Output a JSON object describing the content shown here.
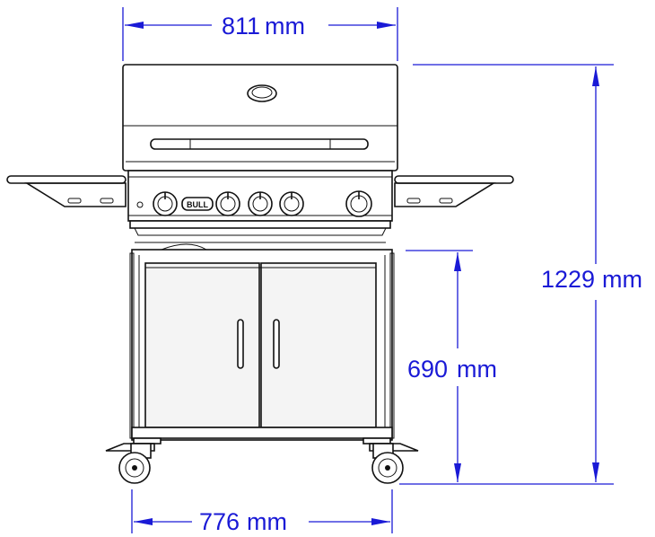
{
  "dimensions": {
    "top_width": {
      "value": "811",
      "unit": "mm"
    },
    "height_total": {
      "value": "1229",
      "unit": "mm"
    },
    "height_cart": {
      "value": "690",
      "unit": "mm"
    },
    "base_width": {
      "value": "776",
      "unit": "mm"
    }
  },
  "logo": {
    "text": "BULL"
  },
  "colors": {
    "dimension": "#1a1ad6",
    "ink": "#111111"
  }
}
